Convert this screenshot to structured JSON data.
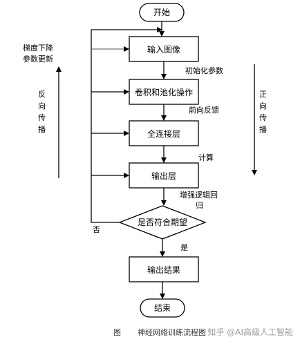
{
  "nodes": {
    "start": "开始",
    "input_image": "输入图像",
    "conv_pool": "卷积和池化操作",
    "fully_connected": "全连接层",
    "output_layer": "输出层",
    "decision": "是否符合期望",
    "output_result": "输出结果",
    "end": "结束"
  },
  "edge_labels": {
    "init_params": "初始化参数",
    "forward_feedback": "前向反馈",
    "compute": "计算",
    "enhance_logic_1": "增强逻辑回",
    "enhance_logic_2": "归",
    "yes": "是",
    "no": "否"
  },
  "side_labels": {
    "gradient_line1": "梯度下降",
    "gradient_line2": "参数更新",
    "backprop": [
      "反",
      "向",
      "传",
      "播"
    ],
    "forward": [
      "正",
      "向",
      "传",
      "播"
    ]
  },
  "caption": {
    "fig": "图",
    "title": "神经网络训练流程图"
  },
  "watermark": "知乎 @AI高级人工智能"
}
